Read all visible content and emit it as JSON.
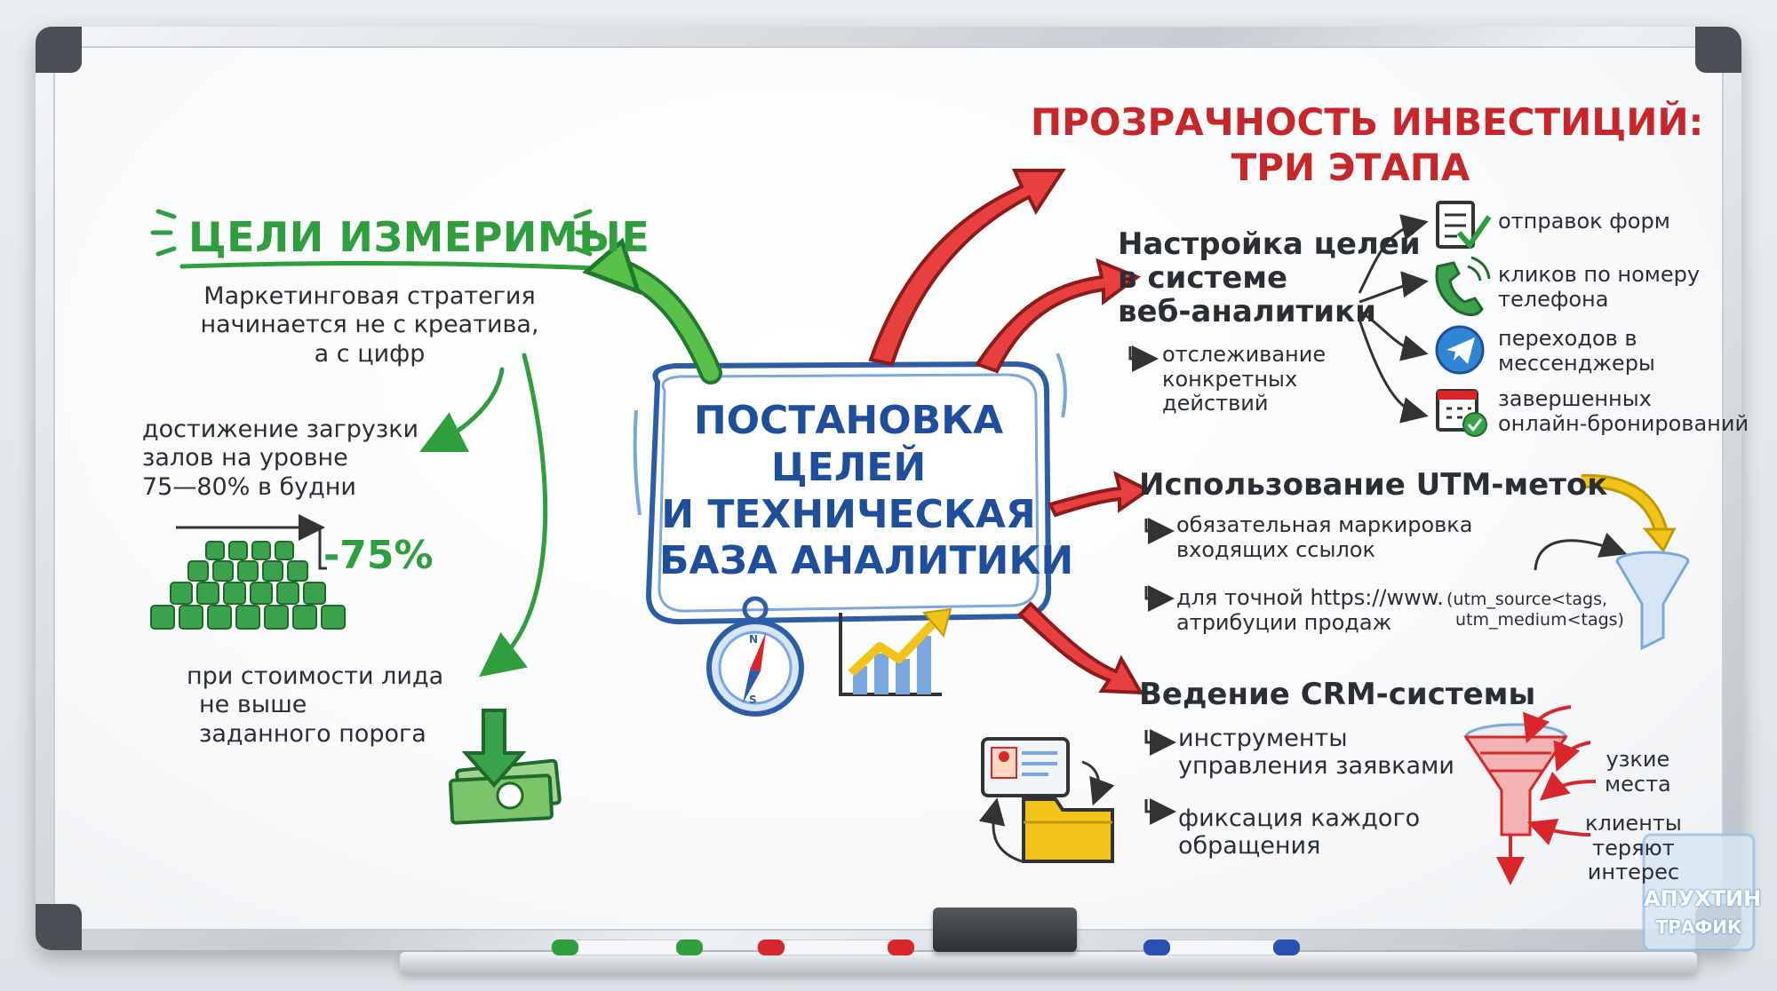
{
  "left_section": {
    "title": "ЦЕЛИ ИЗМЕРИМЫЕ",
    "intro_lines": [
      "Маркетинговая стратегия",
      "начинается не с креатива,",
      "а с цифр"
    ],
    "load_lines": [
      "достижение загрузки",
      "залов на уровне",
      "75—80% в будни"
    ],
    "percent": "-75%",
    "cost_lines": [
      "при стоимости лида",
      "не выше",
      "заданного порога"
    ]
  },
  "center": {
    "title_lines": [
      "ПОСТАНОВКА",
      "ЦЕЛЕЙ",
      "И ТЕХНИЧЕСКАЯ",
      "БАЗА АНАЛИТИКИ"
    ]
  },
  "right_section": {
    "title_lines": [
      "ПРОЗРАЧНОСТЬ ИНВЕСТИЦИЙ:",
      "ТРИ ЭТАПА"
    ],
    "stage1": {
      "heading_lines": [
        "Настройка целей",
        "в системе",
        "веб-аналитики"
      ],
      "sub_lines": [
        "отслеживание",
        "конкретных",
        "действий"
      ],
      "items": [
        {
          "icon": "form-check-icon",
          "lines": [
            "отправок форм"
          ]
        },
        {
          "icon": "phone-icon",
          "lines": [
            "кликов по номеру",
            "телефона"
          ]
        },
        {
          "icon": "telegram-icon",
          "lines": [
            "переходов в",
            "мессенджеры"
          ]
        },
        {
          "icon": "calendar-check-icon",
          "lines": [
            "завершенных",
            "онлайн-бронирований"
          ]
        }
      ]
    },
    "stage2": {
      "heading": "Использование UTM-меток",
      "sub1_lines": [
        "обязательная маркировка",
        "входящих ссылок"
      ],
      "sub2_line1": "для точной https://www.",
      "sub2_line2": "атрибуции продаж",
      "utm_lines": [
        "(utm_source<tags,",
        "utm_medium<tags)"
      ]
    },
    "stage3": {
      "heading": "Ведение CRM-системы",
      "sub1_lines": [
        "инструменты",
        "управления заявками"
      ],
      "sub2_lines": [
        "фиксация каждого",
        "обращения"
      ],
      "funnel_label1": [
        "узкие",
        "места"
      ],
      "funnel_label2": [
        "клиенты",
        "теряют",
        "интерес"
      ]
    }
  },
  "watermark": {
    "line1": "АПУХТИН",
    "line2": "ТРАФИК"
  },
  "colors": {
    "green": "#2f9e3c",
    "red": "#c8262a",
    "blue": "#1f4f9c",
    "yellow": "#f2c318"
  }
}
